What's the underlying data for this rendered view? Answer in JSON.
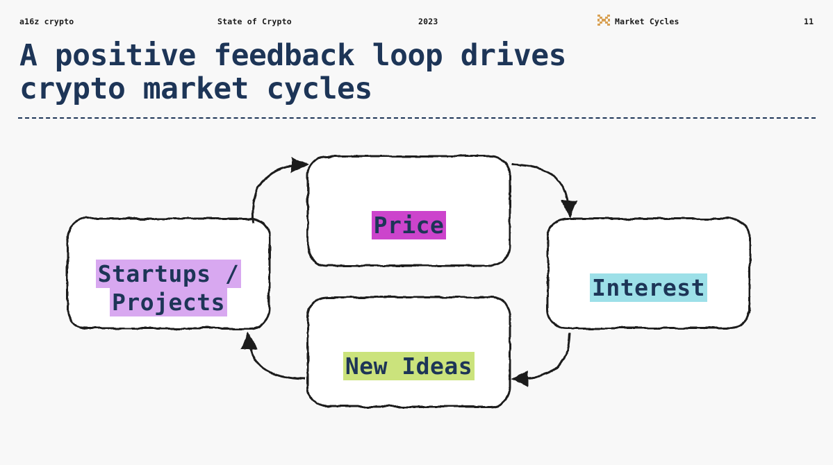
{
  "header": {
    "brand": "a16z crypto",
    "report": "State of Crypto",
    "year": "2023",
    "section": "Market Cycles",
    "page": "11",
    "logo_icon": "hourglass-logo-icon",
    "logo_color": "#D9A154",
    "text_color": "#1a1a1a"
  },
  "title": {
    "text": "A positive feedback loop drives\ncrypto market cycles",
    "color": "#1d3557"
  },
  "divider": {
    "style": "dashed",
    "color": "#1d3557"
  },
  "chart_data": {
    "type": "diagram",
    "subtype": "cycle-flowchart",
    "title": "A positive feedback loop drives crypto market cycles",
    "direction": "clockwise",
    "nodes": [
      {
        "id": "price",
        "label": "Price",
        "highlight_color": "#CC44CC",
        "text_color": "#1d3557",
        "position": "top"
      },
      {
        "id": "interest",
        "label": "Interest",
        "highlight_color": "#9DE0E8",
        "text_color": "#1d3557",
        "position": "right"
      },
      {
        "id": "new_ideas",
        "label": "New Ideas",
        "highlight_color": "#CBE37C",
        "text_color": "#1d3557",
        "position": "bottom"
      },
      {
        "id": "startups",
        "label": "Startups /\nProjects",
        "highlight_color": "#D8A8F0",
        "text_color": "#1d3557",
        "position": "left"
      }
    ],
    "edges": [
      {
        "from": "startups",
        "to": "price",
        "arrow": "arrow-startups-to-price"
      },
      {
        "from": "price",
        "to": "interest",
        "arrow": "arrow-price-to-interest"
      },
      {
        "from": "interest",
        "to": "new_ideas",
        "arrow": "arrow-interest-to-new-ideas"
      },
      {
        "from": "new_ideas",
        "to": "startups",
        "arrow": "arrow-new-ideas-to-startups"
      }
    ],
    "node_style": {
      "shape": "rounded-rectangle",
      "fill": "#ffffff",
      "stroke": "#1a1a1a",
      "hand_drawn": true
    },
    "background": "#f8f8f8"
  }
}
